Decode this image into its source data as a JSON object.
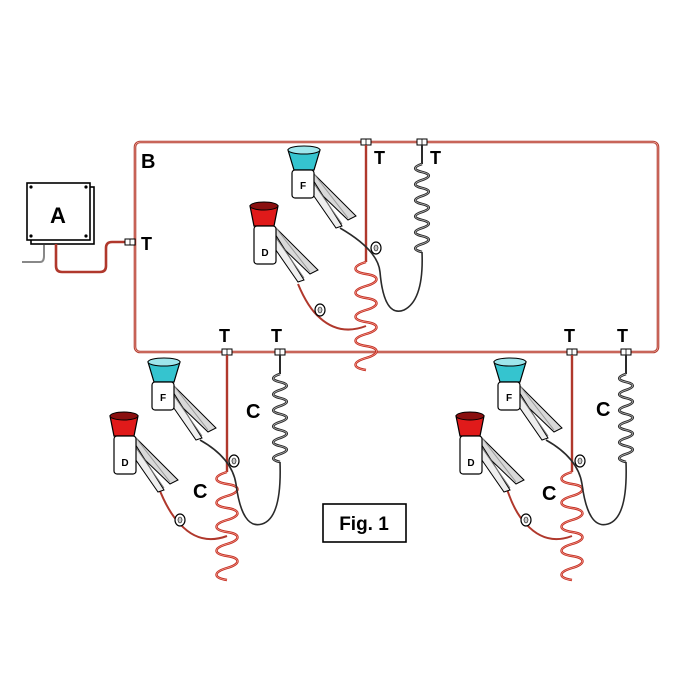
{
  "diagram": {
    "labels": {
      "a": "A",
      "b": "B",
      "tee": "T",
      "coil": "C",
      "gun_d": "D",
      "gun_f": "F"
    },
    "caption": "Fig. 1",
    "colors": {
      "line": "#b0382c",
      "line_light": "#ef9a8c",
      "coil_red": "#c3281c",
      "coil_black": "#2a2a2a",
      "gun_red": "#e01a1a",
      "gun_cyan": "#35c4cf",
      "box_fill": "#ffffff",
      "outline": "#000000"
    }
  }
}
